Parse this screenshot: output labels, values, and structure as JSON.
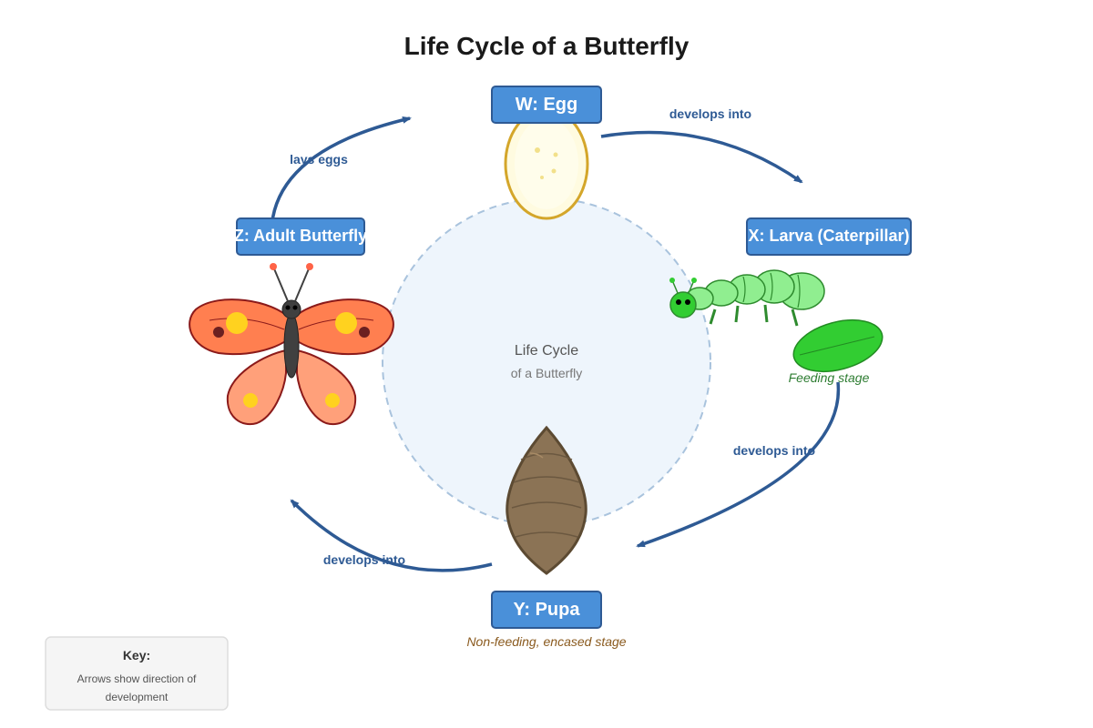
{
  "title": "Life Cycle of a Butterfly",
  "center": {
    "line1": "Life Cycle",
    "line2": "of a Butterfly"
  },
  "stages": {
    "egg": "W: Egg",
    "larva": "X: Larva (Caterpillar)",
    "pupa": "Y: Pupa",
    "adult": "Z: Adult Butterfly"
  },
  "arrows": {
    "egg_to_larva": "develops into",
    "larva_to_pupa": "develops into",
    "pupa_to_adult": "develops into",
    "adult_to_egg": "lays eggs"
  },
  "notes": {
    "larva": "Feeding stage",
    "pupa": "Non-feeding, encased stage"
  },
  "key": {
    "title": "Key:",
    "line1": "Arrows show direction of",
    "line2": "development"
  },
  "colors": {
    "stage_box": "#4a90d9",
    "arrow": "#2e5a94",
    "center_fill": "#eef5fc"
  }
}
